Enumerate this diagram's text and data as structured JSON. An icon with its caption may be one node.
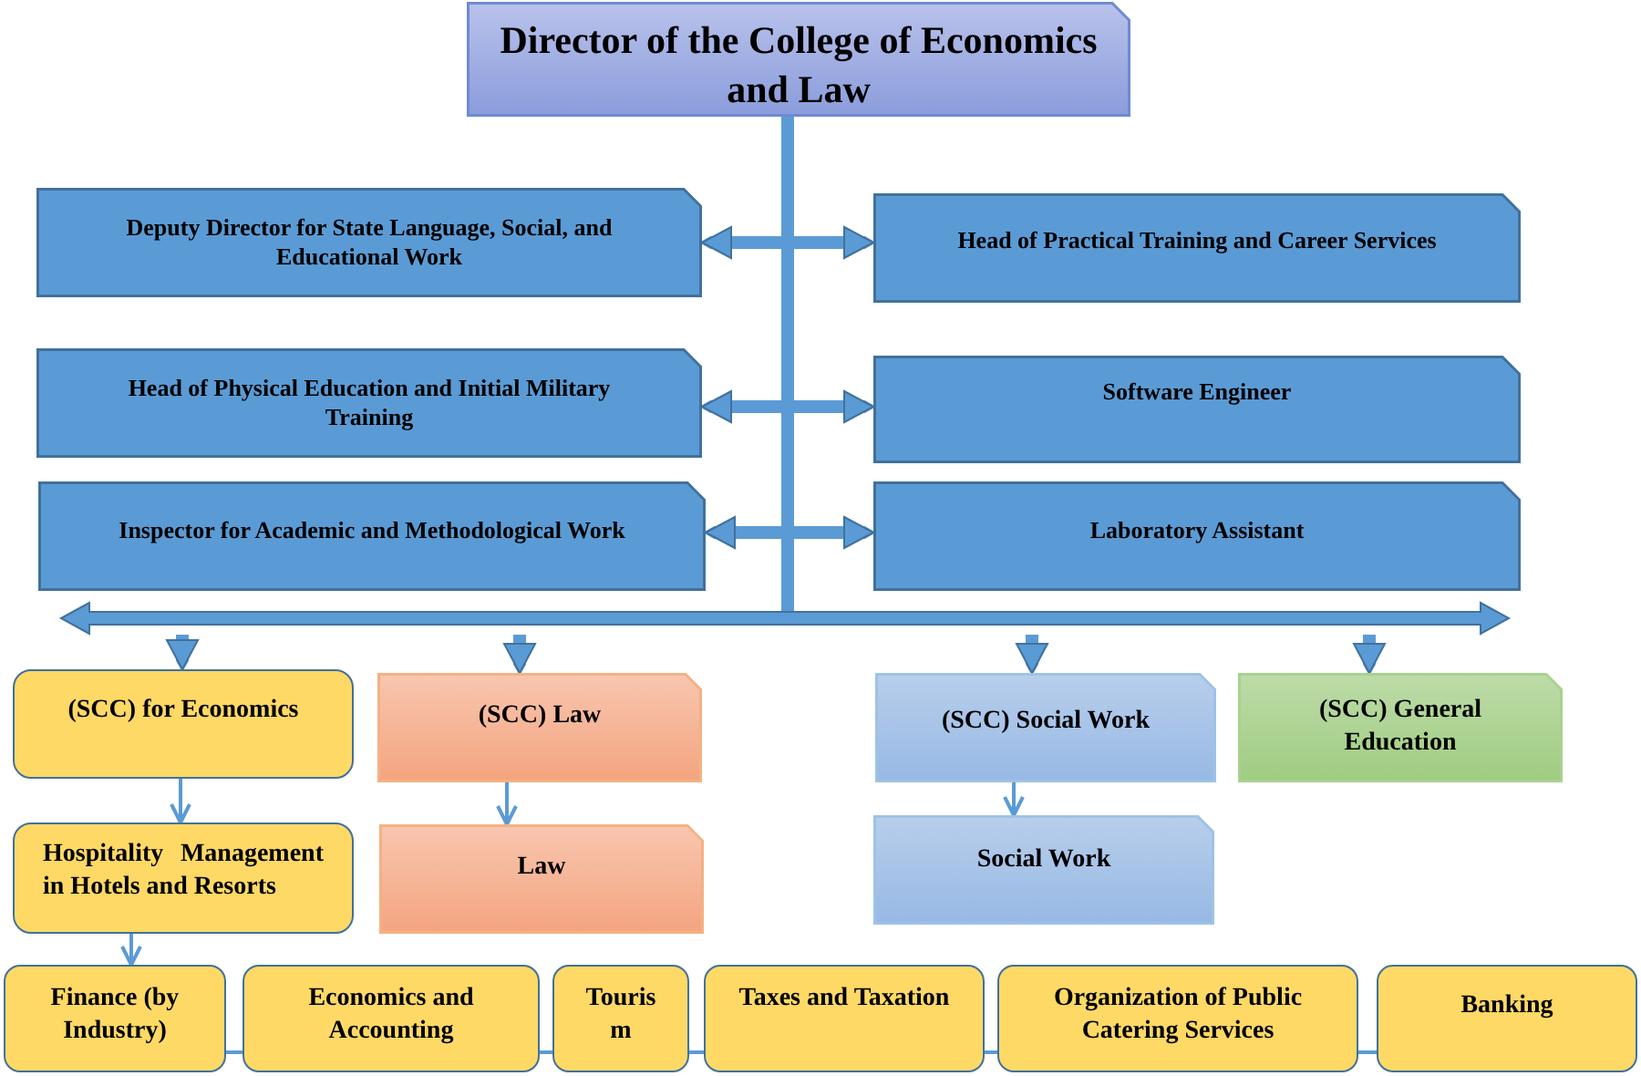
{
  "diagram": {
    "nodes": [
      {
        "text": [
          "Director of the College of Economics and Law"
        ]
      },
      {
        "text": [
          "Deputy Director for State Language, Social, and Educational Work"
        ]
      },
      {
        "text": [
          "Head of Practical Training and Career Services"
        ]
      },
      {
        "text": [
          "Head of Physical Education and Initial Military Training"
        ]
      },
      {
        "text": [
          "Software Engineer"
        ]
      },
      {
        "text": [
          "Inspector for Academic and Methodological Work"
        ]
      },
      {
        "text": [
          "Laboratory Assistant"
        ]
      },
      {
        "text": [],
        "shape": "bar"
      },
      {
        "text": [
          "(SCC) for Economics"
        ]
      },
      {
        "text": [
          "(SCC) Law"
        ]
      },
      {
        "text": [
          "(SCC) Social Work"
        ]
      },
      {
        "text": [
          "(SCC) General Education"
        ]
      },
      {
        "text": [
          "Hospitality Management in Hotels and Resorts"
        ]
      },
      {
        "text": [
          "Law"
        ]
      },
      {
        "text": [
          "Social Work"
        ]
      },
      {
        "text": [
          "Finance (by Industry)"
        ]
      },
      {
        "text": [
          "Economics and Accounting"
        ]
      },
      {
        "text": [
          "Touris m"
        ]
      },
      {
        "text": [
          "Taxes and Taxation"
        ]
      },
      {
        "text": [
          "Organization of Public Catering Services"
        ]
      },
      {
        "text": [
          "Banking"
        ]
      }
    ],
    "edges": [
      {
        "from": 1,
        "to": 2,
        "arrow": "both",
        "style": "thick"
      },
      {
        "from": 3,
        "to": 4,
        "arrow": "both",
        "style": "thick"
      },
      {
        "from": 5,
        "to": 6,
        "arrow": "both",
        "style": "thick"
      },
      {
        "from": 0,
        "to": 7,
        "arrow": "none",
        "style": "thick"
      },
      {
        "from": 7,
        "to": 8,
        "arrow": "to",
        "style": "thick"
      },
      {
        "from": 7,
        "to": 9,
        "arrow": "to",
        "style": "thick"
      },
      {
        "from": 7,
        "to": 10,
        "arrow": "to",
        "style": "thick"
      },
      {
        "from": 7,
        "to": 11,
        "arrow": "to",
        "style": "thick"
      },
      {
        "from": 8,
        "to": 12,
        "arrow": "to"
      },
      {
        "from": 9,
        "to": 13,
        "arrow": "to"
      },
      {
        "from": 10,
        "to": 14,
        "arrow": "to"
      },
      {
        "from": 12,
        "to": 15,
        "arrow": "to"
      },
      {
        "from": 15,
        "to": 16,
        "arrow": "none"
      },
      {
        "from": 16,
        "to": 17,
        "arrow": "none"
      },
      {
        "from": 17,
        "to": 18,
        "arrow": "none"
      },
      {
        "from": 18,
        "to": 19,
        "arrow": "none"
      },
      {
        "from": 19,
        "to": 20,
        "arrow": "none"
      }
    ]
  }
}
